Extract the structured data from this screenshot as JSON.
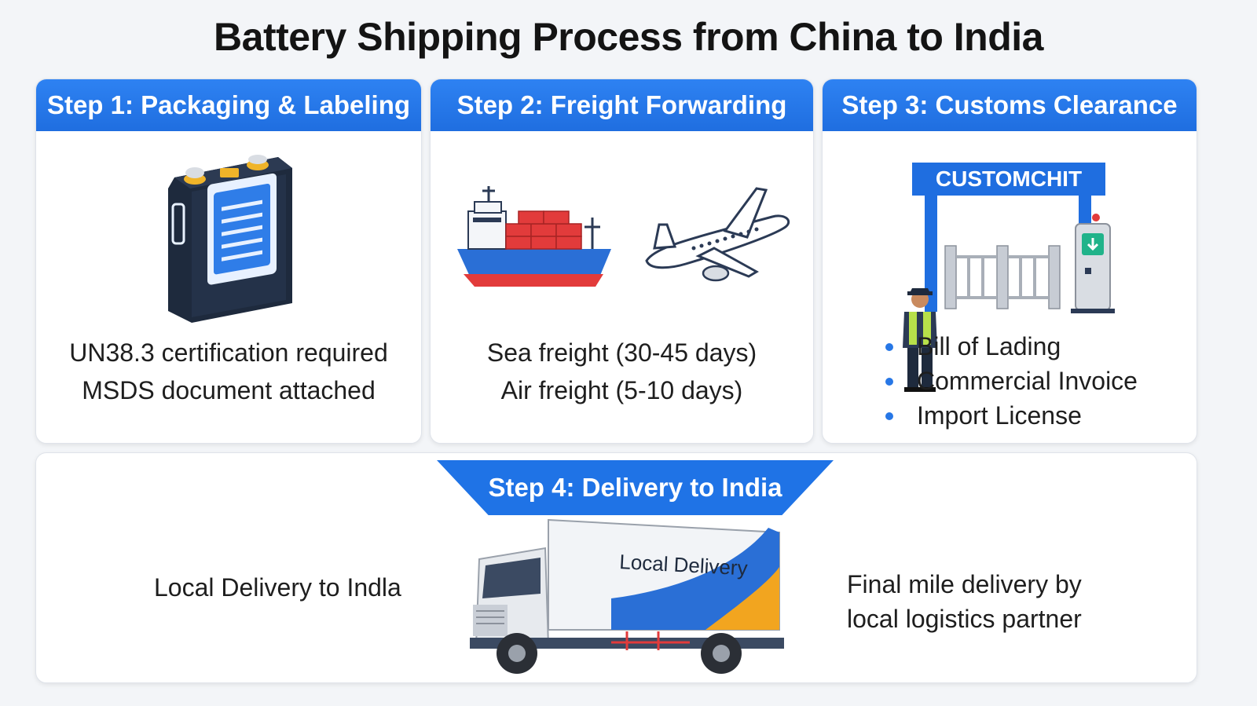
{
  "title": "Battery Shipping Process from China to India",
  "steps": [
    {
      "heading": "Step 1: Packaging & Labeling",
      "lines": [
        "UN38.3 certification required",
        "MSDS document attached"
      ]
    },
    {
      "heading": "Step 2: Freight Forwarding",
      "lines": [
        "Sea freight (30-45 days)",
        "Air freight (5-10 days)"
      ]
    },
    {
      "heading": "Step 3: Customs Clearance",
      "gate_sign": "CUSTOMCHIT",
      "bullets": [
        "Bill of Lading",
        "Commercial Invoice",
        "Import License"
      ]
    },
    {
      "heading": "Step 4: Delivery to India",
      "left_text": "Local Delivery to Indla",
      "truck_label": "Local Delivery",
      "right_lines": [
        "Final mile delivery by",
        "local logistics partner"
      ]
    }
  ],
  "icons": [
    "battery-icon",
    "cargo-ship-icon",
    "airplane-icon",
    "customs-gate-icon",
    "customs-officer-icon",
    "delivery-truck-icon"
  ],
  "colors": {
    "accent": "#1f6ee0",
    "background": "#f3f5f8",
    "ship_hull": "#2a6fd6",
    "containers": "#e23b3b",
    "truck_stripe_orange": "#f2a51f"
  }
}
